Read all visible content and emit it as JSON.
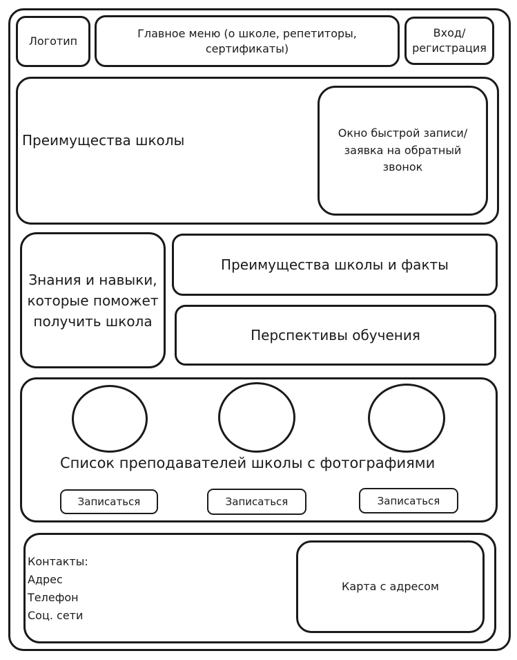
{
  "header": {
    "logo": "Логотип",
    "main_menu": "Главное меню (о школе, репетиторы, сертификаты)",
    "login_line1": "Вход/",
    "login_line2": "регистрация"
  },
  "hero": {
    "advantages": "Преимущества школы",
    "quick_signup": "Окно быстрой записи/ заявка на обратный звонок"
  },
  "info": {
    "skills": "Знания и навыки, которые поможет получить школа",
    "facts": "Преимущества школы и факты",
    "prospects": "Перспективы обучения"
  },
  "teachers": {
    "caption": "Список преподавателей школы с фотографиями",
    "buttons": [
      "Записаться",
      "Записаться",
      "Записаться"
    ]
  },
  "footer": {
    "contacts_title": "Контакты:",
    "address": "Адрес",
    "phone": "Телефон",
    "social": "Соц. сети",
    "map": "Карта с адресом"
  }
}
